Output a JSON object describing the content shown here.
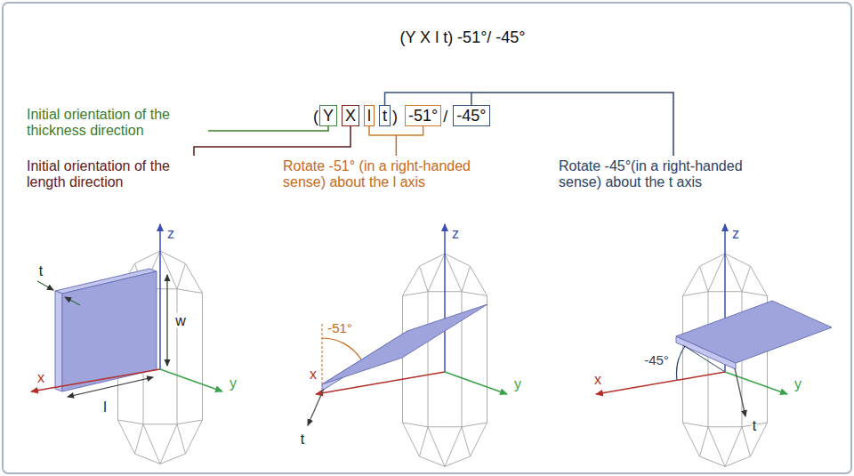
{
  "diagram": {
    "title": "(Y X l t) -51°/ -45°",
    "nodes": [
      {
        "text": [
          "Y"
        ]
      },
      {
        "text": [
          "X"
        ]
      },
      {
        "text": [
          "l"
        ]
      },
      {
        "text": [
          "t"
        ]
      },
      {
        "text": [
          "-51°"
        ]
      },
      {
        "text": [
          "-45°"
        ]
      }
    ],
    "edges": [
      {
        "from": 2,
        "to": 4,
        "arrow": "none"
      },
      {
        "from": 3,
        "to": 5,
        "arrow": "none"
      }
    ],
    "labels": [
      "Initial orientation of the thickness direction",
      "Initial orientation of the length direction",
      "Rotate -51° (in a right-handed sense) about the l axis",
      "Rotate -45°(in a right-handed sense) about the t axis",
      "(",
      ")",
      "/",
      "t",
      "w",
      "x",
      "l",
      "z",
      "y",
      "z",
      "x",
      "y",
      "-51°",
      "t",
      "z",
      "x",
      "y",
      "-45°",
      "t"
    ]
  }
}
